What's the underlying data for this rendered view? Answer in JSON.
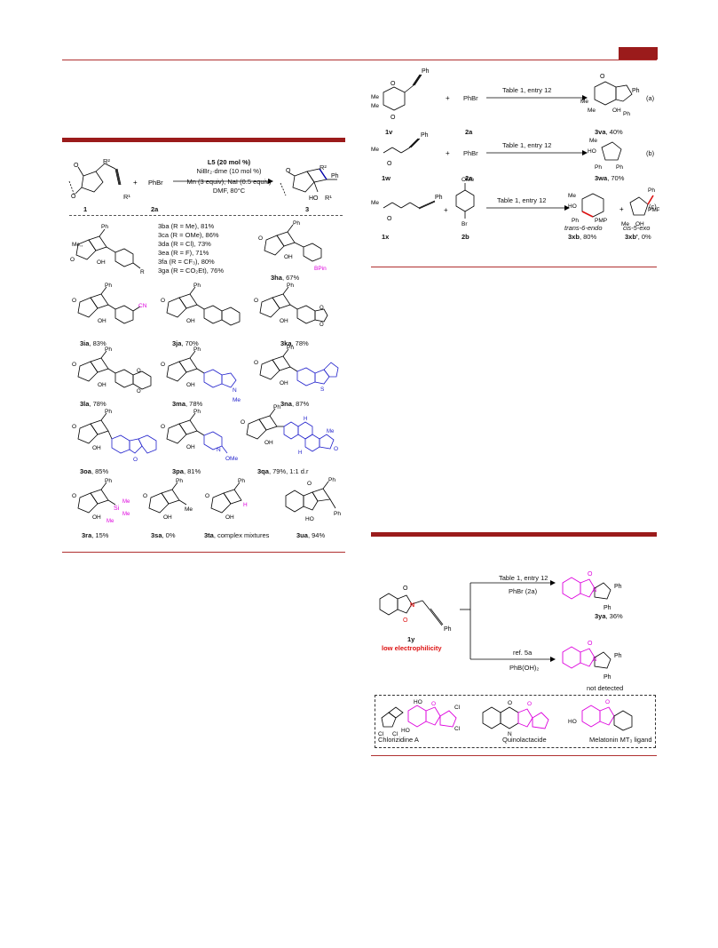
{
  "header": {
    "accent_color": "#9b1b1b"
  },
  "scheme_left": {
    "conditions": [
      "L5 (20 mol %)",
      "NiBr₂·dme (10 mol %)",
      "Mn (3 equiv), NaI (0.5 equiv)",
      "DMF, 80°C"
    ],
    "reactant1": "1",
    "reactant2": "2a",
    "reagent": "PhBr",
    "product": "3",
    "plus": "+",
    "r2": "R²",
    "r1": "R¹",
    "r": "R",
    "ph": "Ph",
    "ho": "HO",
    "oh": "OH",
    "me": "Me",
    "substituent_list": [
      "3ba (R = Me), 81%",
      "3ca (R = OMe), 86%",
      "3da (R = Cl), 73%",
      "3ea (R = F), 71%",
      "3fa (R = CF₃), 80%",
      "3ga (R = CO₂Et), 76%"
    ],
    "products": [
      {
        "id": "3ha",
        "yield": ", 67%",
        "tag": "BPin"
      },
      {
        "id": "3ia",
        "yield": ", 83%",
        "tag": "CN"
      },
      {
        "id": "3ja",
        "yield": ", 70%"
      },
      {
        "id": "3ka",
        "yield": ", 78%"
      },
      {
        "id": "3la",
        "yield": ", 78%"
      },
      {
        "id": "3ma",
        "yield": ", 78%",
        "tag": "Me"
      },
      {
        "id": "3na",
        "yield": ", 87%",
        "tag": "S"
      },
      {
        "id": "3oa",
        "yield": ", 85%",
        "tag": "O"
      },
      {
        "id": "3pa",
        "yield": ", 81%",
        "tag": "OMe"
      },
      {
        "id": "3qa",
        "yield": ", 79%, 1:1 d.r"
      },
      {
        "id": "3ra",
        "yield": ", 15%",
        "tag": "Si"
      },
      {
        "id": "3sa",
        "yield": ", 0%"
      },
      {
        "id": "3ta",
        "yield": ", complex mixtures",
        "tag": "H"
      },
      {
        "id": "3ua",
        "yield": ", 94%"
      }
    ]
  },
  "scheme_right_top": {
    "condition": "Table 1, entry 12",
    "reagent": "PhBr",
    "reagent_id": "2a",
    "plus": "+",
    "rows": [
      {
        "reactant": "1v",
        "product": "3va",
        "yield": ", 40%",
        "tag": "(a)"
      },
      {
        "reactant": "1w",
        "product": "3wa",
        "yield": ", 70%",
        "tag": "(b)"
      },
      {
        "reactant": "1x",
        "reagent_id": "2b",
        "product": "3xb",
        "yield": ", 80%",
        "product2": "3xb'",
        "yield2": ", 0%",
        "tag": "(c)",
        "stereo1": "trans-6-endo",
        "stereo2": "cis-5-exo"
      }
    ],
    "labels": {
      "me": "Me",
      "ph": "Ph",
      "omep": "OMe",
      "br": "Br",
      "pmp": "PMP",
      "ho": "HO",
      "oh": "OH",
      "o": "O"
    }
  },
  "scheme_right_bottom": {
    "reactant": "1y",
    "note": "low electrophilicity",
    "path1_top": "Table 1, entry 12",
    "path1_bottom": "PhBr (2a)",
    "path1_product": "3ya",
    "path1_yield": ", 36%",
    "path2_top": "ref. 5a",
    "path2_bottom": "PhB(OH)₂",
    "path2_result": "not detected",
    "naturals": [
      "Chlorizidine A",
      "Quinolactacide",
      "Melatonin MT₃ ligand"
    ],
    "labels": {
      "ph": "Ph",
      "n": "N",
      "o": "O",
      "ho": "HO",
      "cl": "Cl",
      "h": "H"
    }
  }
}
